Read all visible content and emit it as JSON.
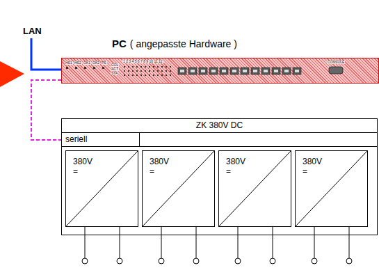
{
  "diagram": {
    "nodes": [
      {
        "text": [
          "PC",
          "( angepasste Hardware )"
        ]
      },
      {
        "text": [
          "ZK 380V DC"
        ]
      },
      {
        "text": [
          "seriell"
        ],
        "in": 1
      },
      {
        "text": [
          "380V",
          "="
        ],
        "in": 1
      },
      {
        "text": [
          "380V",
          "="
        ],
        "in": 1
      },
      {
        "text": [
          "380V",
          "="
        ],
        "in": 1
      },
      {
        "text": [
          "380V",
          "="
        ],
        "in": 1
      }
    ],
    "edges": [
      {
        "from": 0,
        "to": 2,
        "arrow": "none"
      }
    ],
    "labels": [
      "LAN",
      "HS1",
      "HS2",
      "OK1",
      "OK2",
      "PS",
      "COL",
      "ACT",
      "STA",
      "1 2 3 4 5 6 7 8 9 10 11 12",
      "CONSOLE"
    ]
  }
}
